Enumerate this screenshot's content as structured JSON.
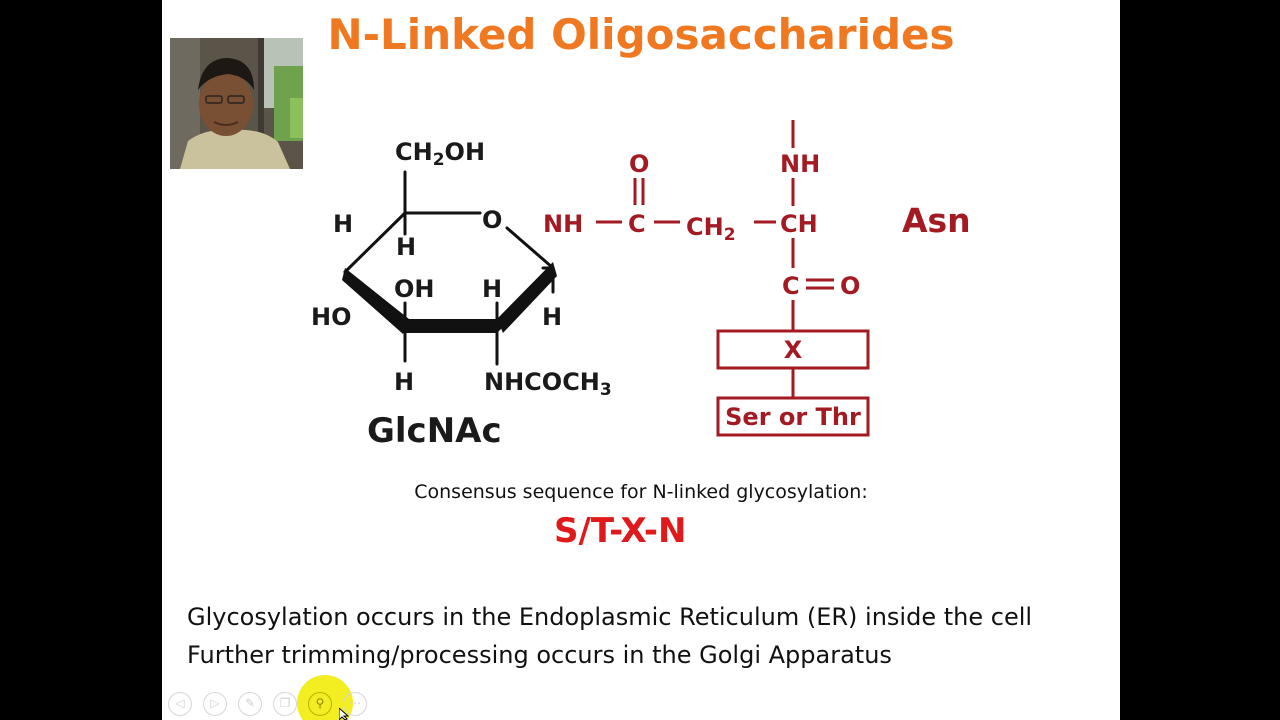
{
  "slide": {
    "title": "N-Linked Oligosaccharides",
    "structure": {
      "glcnac": {
        "ch2oh_main": "CH",
        "ch2oh_sub": "2",
        "ch2oh_end": "OH",
        "ring_o": "O",
        "h_left": "H",
        "h_c5": "H",
        "ho": "HO",
        "oh": "OH",
        "h_c2": "H",
        "h_c1": "H",
        "h_bottom": "H",
        "nhcoch3_main": "NHCOCH",
        "nhcoch3_sub": "3",
        "name": "GlcNAc"
      },
      "asn": {
        "nh_link": "NH",
        "c_amide": "C",
        "o_amide": "O",
        "ch2_main": "CH",
        "ch2_sub": "2",
        "ch": "CH",
        "nh_top": "NH",
        "c_carbonyl": "C",
        "o_carbonyl": "O",
        "x_box": "X",
        "ser_thr_box": "Ser or Thr",
        "name": "Asn"
      }
    },
    "consensus_label": "Consensus sequence for N-linked glycosylation:",
    "consensus_sequence": "S/T-X-N",
    "line1": "Glycosylation occurs in the Endoplasmic Reticulum (ER) inside the cell",
    "line2": "Further trimming/processing occurs in the Golgi Apparatus"
  },
  "controls": [
    {
      "name": "previous-slide-button",
      "icon": "arrow-left-icon",
      "glyph": "◁"
    },
    {
      "name": "next-slide-button",
      "icon": "arrow-right-icon",
      "glyph": "▷"
    },
    {
      "name": "pen-button",
      "icon": "pen-icon",
      "glyph": "✎"
    },
    {
      "name": "slides-button",
      "icon": "slides-icon",
      "glyph": "❐"
    },
    {
      "name": "zoom-button",
      "icon": "magnify-icon",
      "glyph": "⚲"
    },
    {
      "name": "more-button",
      "icon": "more-icon",
      "glyph": "⋯"
    }
  ],
  "colors": {
    "title": "#f07820",
    "asn_structure": "#a31a22",
    "consensus_sequence": "#e01a1a",
    "highlight": "#f3ee22",
    "frame_background": "#000000"
  }
}
